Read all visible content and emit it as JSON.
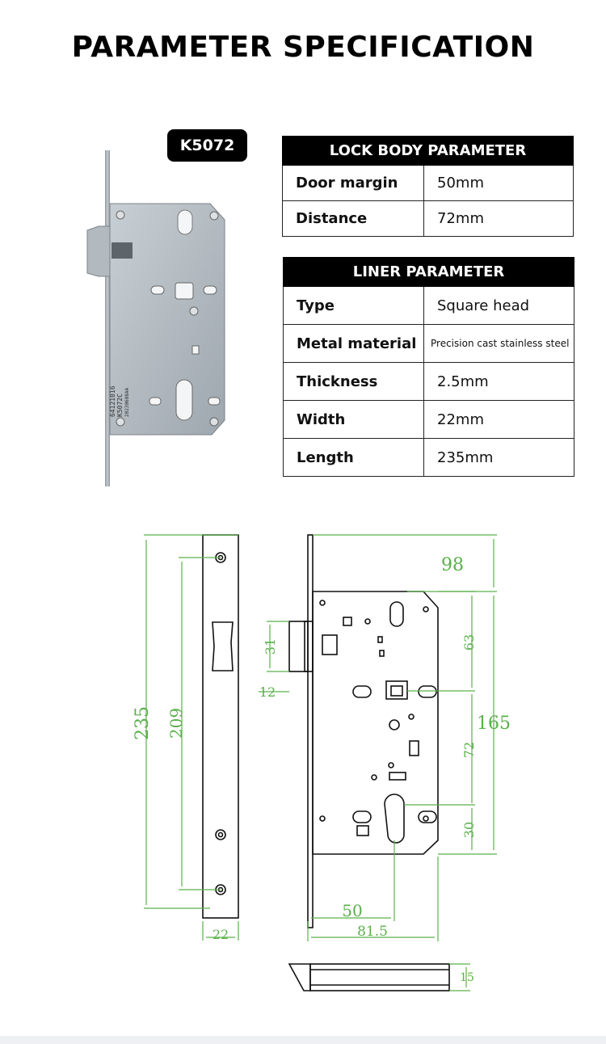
{
  "title": "PARAMETER SPECIFICATION",
  "model": "K5072",
  "lock_body": {
    "header": "LOCK BODY PARAMETER",
    "rows": [
      {
        "label": "Door margin",
        "value": "50mm"
      },
      {
        "label": "Distance",
        "value": "72mm"
      }
    ]
  },
  "liner": {
    "header": "LINER PARAMETER",
    "rows": [
      {
        "label": "Type",
        "value": "Square head"
      },
      {
        "label": "Metal material",
        "value": "Precision cast stainless steel"
      },
      {
        "label": "Thickness",
        "value": "2.5mm"
      },
      {
        "label": "Width",
        "value": "22mm"
      },
      {
        "label": "Length",
        "value": "235mm"
      }
    ]
  },
  "photo_stamp": [
    "64121016",
    "K5072C",
    "20230608AA"
  ],
  "dimensions": {
    "faceplate_length": "235",
    "hole_spacing": "209",
    "faceplate_width": "22",
    "backset_top": "98",
    "top_to_handle": "63",
    "case_height": "165",
    "distance": "72",
    "cylinder_offset": "30",
    "latch_height": "31",
    "latch_projection": "12",
    "backset": "50",
    "case_depth": "81.5",
    "bolt_height": "15"
  },
  "colors": {
    "dimension": "#5ab04a",
    "header_bg": "#000000",
    "body_steel": "#a9b2b9"
  }
}
